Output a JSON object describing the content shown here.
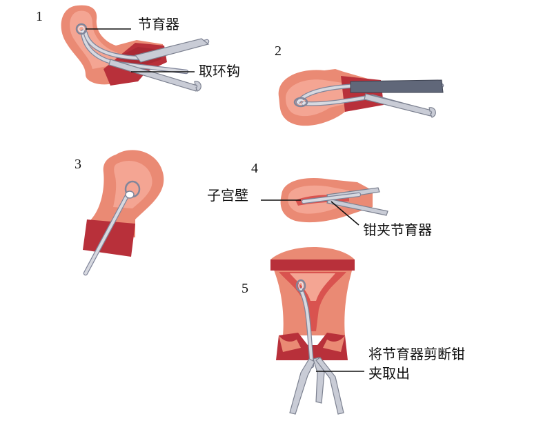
{
  "steps": [
    {
      "number": "1",
      "labels": {
        "iud": "节育器",
        "hook": "取环钩"
      }
    },
    {
      "number": "2"
    },
    {
      "number": "3"
    },
    {
      "number": "4",
      "labels": {
        "wall": "子宫壁",
        "clamp": "钳夹节育器"
      }
    },
    {
      "number": "5",
      "labels": {
        "cut_line1": "将节育器剪断钳",
        "cut_line2": "夹取出"
      }
    }
  ],
  "colors": {
    "uterus": "#ea8a74",
    "uterus_inner": "#f4a593",
    "cervix": "#b8303a",
    "instrument": "#c9ccd6"
  }
}
